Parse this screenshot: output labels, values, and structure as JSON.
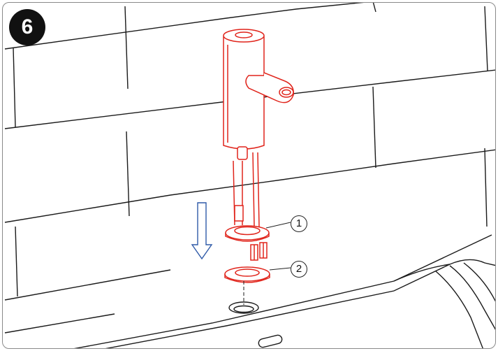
{
  "step": {
    "number": "6"
  },
  "callouts": [
    {
      "label": "1",
      "part": "mounting-flange-gasket"
    },
    {
      "label": "2",
      "part": "base-seal-ring"
    }
  ],
  "colors": {
    "part_outline": "#e0241b",
    "wall_lines": "#1a1a1a",
    "arrow": "#2f5aa8",
    "badge": "#111111",
    "frame": "#8a8a8a"
  },
  "icons": {
    "direction": "arrow-down-icon"
  }
}
